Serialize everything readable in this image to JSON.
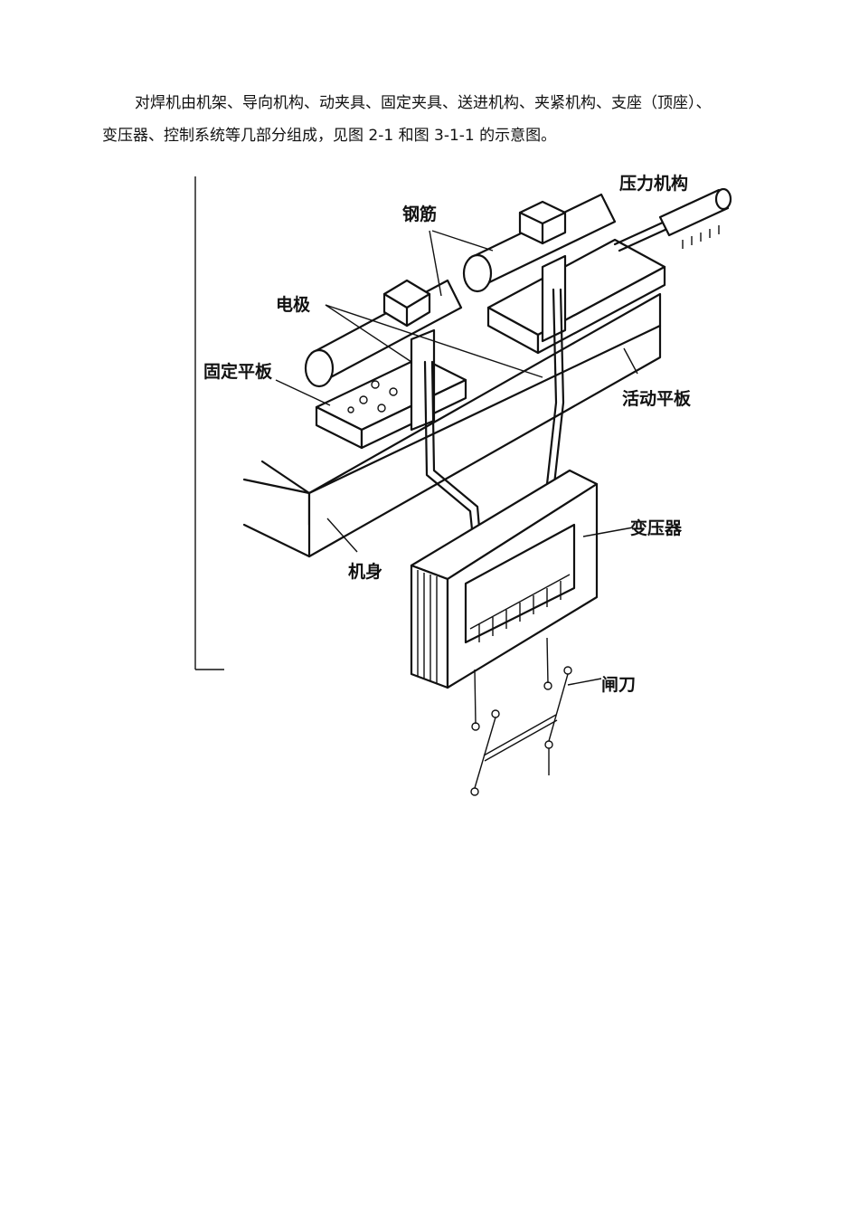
{
  "paragraph": {
    "line1": "对焊机由机架、导向机构、动夹具、固定夹具、送进机构、夹紧机构、支座（顶座）、",
    "line2_a": "变压器、控制系统等几部分组成，见图 ",
    "line2_ref1": "2-1",
    "line2_b": " 和图 ",
    "line2_ref2": "3-1-1",
    "line2_c": " 的示意图。"
  },
  "figure": {
    "labels": {
      "pressure": "压力机构",
      "rebar": "钢筋",
      "electrode": "电极",
      "fixed_plate": "固定平板",
      "movable_plate": "活动平板",
      "transformer": "变压器",
      "body": "机身",
      "switch": "闸刀"
    }
  }
}
